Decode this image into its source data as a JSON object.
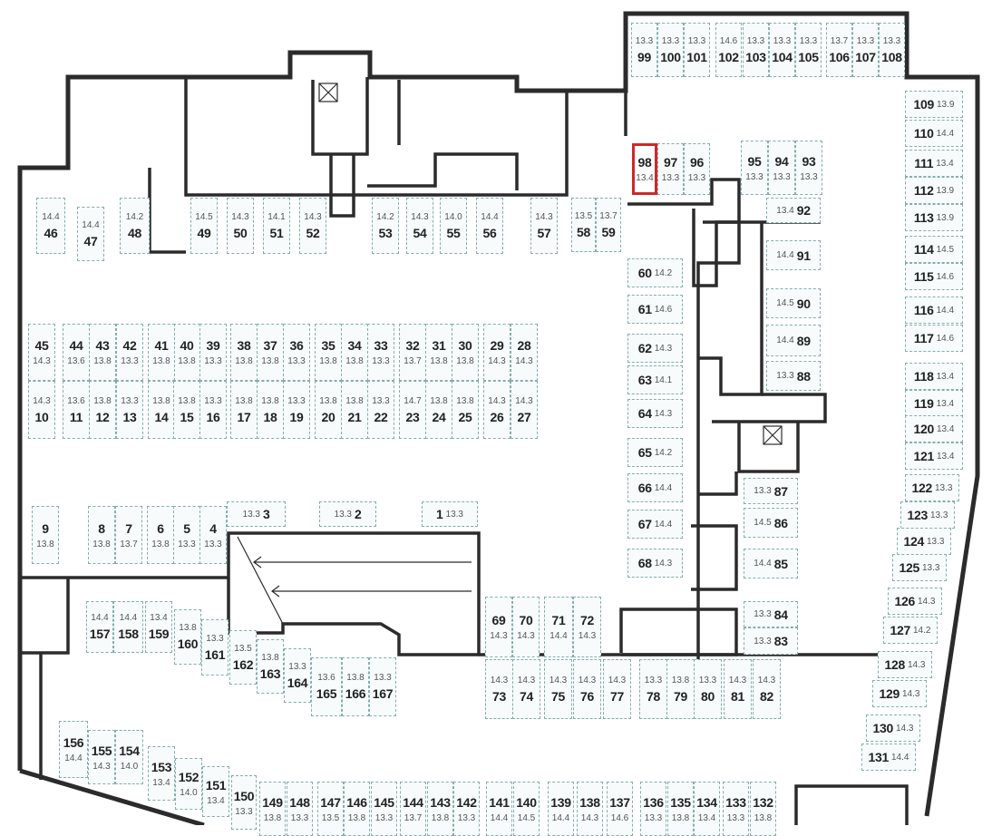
{
  "plan": {
    "title": "Parking floor plan",
    "selected_spot": "98",
    "highlight_color": "#d0262c",
    "spot_border_color": "#86adad",
    "wall_color": "#2b2b2b"
  },
  "spots": [
    {
      "number": "1",
      "area": "13.3"
    },
    {
      "number": "2",
      "area": "13.3"
    },
    {
      "number": "3",
      "area": "13.3"
    },
    {
      "number": "4",
      "area": "13.3"
    },
    {
      "number": "5",
      "area": "13.3"
    },
    {
      "number": "6",
      "area": "13.8"
    },
    {
      "number": "7",
      "area": "13.7"
    },
    {
      "number": "8",
      "area": "13.8"
    },
    {
      "number": "9",
      "area": "13.8"
    },
    {
      "number": "10",
      "area": "14.3"
    },
    {
      "number": "11",
      "area": "13.6"
    },
    {
      "number": "12",
      "area": "13.8"
    },
    {
      "number": "13",
      "area": "13.3"
    },
    {
      "number": "14",
      "area": "13.8"
    },
    {
      "number": "15",
      "area": "13.8"
    },
    {
      "number": "16",
      "area": "13.3"
    },
    {
      "number": "17",
      "area": "13.8"
    },
    {
      "number": "18",
      "area": "13.8"
    },
    {
      "number": "19",
      "area": "13.3"
    },
    {
      "number": "20",
      "area": "13.8"
    },
    {
      "number": "21",
      "area": "13.8"
    },
    {
      "number": "22",
      "area": "13.3"
    },
    {
      "number": "23",
      "area": "14.7"
    },
    {
      "number": "24",
      "area": "13.8"
    },
    {
      "number": "25",
      "area": "13.8"
    },
    {
      "number": "26",
      "area": "14.3"
    },
    {
      "number": "27",
      "area": "14.3"
    },
    {
      "number": "28",
      "area": "14.3"
    },
    {
      "number": "29",
      "area": "14.3"
    },
    {
      "number": "30",
      "area": "13.8"
    },
    {
      "number": "31",
      "area": "13.8"
    },
    {
      "number": "32",
      "area": "13.7"
    },
    {
      "number": "33",
      "area": "13.3"
    },
    {
      "number": "34",
      "area": "13.8"
    },
    {
      "number": "35",
      "area": "13.8"
    },
    {
      "number": "36",
      "area": "13.3"
    },
    {
      "number": "37",
      "area": "13.8"
    },
    {
      "number": "38",
      "area": "13.8"
    },
    {
      "number": "39",
      "area": "13.3"
    },
    {
      "number": "40",
      "area": "13.8"
    },
    {
      "number": "41",
      "area": "13.8"
    },
    {
      "number": "42",
      "area": "13.3"
    },
    {
      "number": "43",
      "area": "13.8"
    },
    {
      "number": "44",
      "area": "13.6"
    },
    {
      "number": "45",
      "area": "14.3"
    },
    {
      "number": "46",
      "area": "14.4"
    },
    {
      "number": "47",
      "area": "14.4"
    },
    {
      "number": "48",
      "area": "14.2"
    },
    {
      "number": "49",
      "area": "14.5"
    },
    {
      "number": "50",
      "area": "14.3"
    },
    {
      "number": "51",
      "area": "14.1"
    },
    {
      "number": "52",
      "area": "14.3"
    },
    {
      "number": "53",
      "area": "14.2"
    },
    {
      "number": "54",
      "area": "14.3"
    },
    {
      "number": "55",
      "area": "14.0"
    },
    {
      "number": "56",
      "area": "14.4"
    },
    {
      "number": "57",
      "area": "14.3"
    },
    {
      "number": "58",
      "area": "13.5"
    },
    {
      "number": "59",
      "area": "13.7"
    },
    {
      "number": "60",
      "area": "14.2"
    },
    {
      "number": "61",
      "area": "14.6"
    },
    {
      "number": "62",
      "area": "14.3"
    },
    {
      "number": "63",
      "area": "14.1"
    },
    {
      "number": "64",
      "area": "14.3"
    },
    {
      "number": "65",
      "area": "14.2"
    },
    {
      "number": "66",
      "area": "14.4"
    },
    {
      "number": "67",
      "area": "14.4"
    },
    {
      "number": "68",
      "area": "14.3"
    },
    {
      "number": "69",
      "area": "14.3"
    },
    {
      "number": "70",
      "area": "14.3"
    },
    {
      "number": "71",
      "area": "14.4"
    },
    {
      "number": "72",
      "area": "14.3"
    },
    {
      "number": "73",
      "area": "14.3"
    },
    {
      "number": "74",
      "area": "14.3"
    },
    {
      "number": "75",
      "area": "14.3"
    },
    {
      "number": "76",
      "area": "14.3"
    },
    {
      "number": "77",
      "area": "14.3"
    },
    {
      "number": "78",
      "area": "13.3"
    },
    {
      "number": "79",
      "area": "13.8"
    },
    {
      "number": "80",
      "area": "13.3"
    },
    {
      "number": "81",
      "area": "14.3"
    },
    {
      "number": "82",
      "area": "14.3"
    },
    {
      "number": "83",
      "area": "13.3"
    },
    {
      "number": "84",
      "area": "13.3"
    },
    {
      "number": "85",
      "area": "14.4"
    },
    {
      "number": "86",
      "area": "14.5"
    },
    {
      "number": "87",
      "area": "13.3"
    },
    {
      "number": "88",
      "area": "13.3"
    },
    {
      "number": "89",
      "area": "14.4"
    },
    {
      "number": "90",
      "area": "14.5"
    },
    {
      "number": "91",
      "area": "14.4"
    },
    {
      "number": "92",
      "area": "13.4"
    },
    {
      "number": "93",
      "area": "13.3"
    },
    {
      "number": "94",
      "area": "13.3"
    },
    {
      "number": "95",
      "area": "13.3"
    },
    {
      "number": "96",
      "area": "13.3"
    },
    {
      "number": "97",
      "area": "13.3"
    },
    {
      "number": "98",
      "area": "13.4"
    },
    {
      "number": "99",
      "area": "13.3"
    },
    {
      "number": "100",
      "area": "13.3"
    },
    {
      "number": "101",
      "area": "13.3"
    },
    {
      "number": "102",
      "area": "14.6"
    },
    {
      "number": "103",
      "area": "13.3"
    },
    {
      "number": "104",
      "area": "13.3"
    },
    {
      "number": "105",
      "area": "13.3"
    },
    {
      "number": "106",
      "area": "13.7"
    },
    {
      "number": "107",
      "area": "13.3"
    },
    {
      "number": "108",
      "area": "13.3"
    },
    {
      "number": "109",
      "area": "13.9"
    },
    {
      "number": "110",
      "area": "14.4"
    },
    {
      "number": "111",
      "area": "13.4"
    },
    {
      "number": "112",
      "area": "13.9"
    },
    {
      "number": "113",
      "area": "13.9"
    },
    {
      "number": "114",
      "area": "14.5"
    },
    {
      "number": "115",
      "area": "14.6"
    },
    {
      "number": "116",
      "area": "14.4"
    },
    {
      "number": "117",
      "area": "14.6"
    },
    {
      "number": "118",
      "area": "13.4"
    },
    {
      "number": "119",
      "area": "13.4"
    },
    {
      "number": "120",
      "area": "13.4"
    },
    {
      "number": "121",
      "area": "13.4"
    },
    {
      "number": "122",
      "area": "13.3"
    },
    {
      "number": "123",
      "area": "13.3"
    },
    {
      "number": "124",
      "area": "13.3"
    },
    {
      "number": "125",
      "area": "13.3"
    },
    {
      "number": "126",
      "area": "14.3"
    },
    {
      "number": "127",
      "area": "14.2"
    },
    {
      "number": "128",
      "area": "14.3"
    },
    {
      "number": "129",
      "area": "14.3"
    },
    {
      "number": "130",
      "area": "14.3"
    },
    {
      "number": "131",
      "area": "14.4"
    },
    {
      "number": "132",
      "area": "13.8"
    },
    {
      "number": "133",
      "area": "13.3"
    },
    {
      "number": "134",
      "area": "13.4"
    },
    {
      "number": "135",
      "area": "13.8"
    },
    {
      "number": "136",
      "area": "13.3"
    },
    {
      "number": "137",
      "area": "14.6"
    },
    {
      "number": "138",
      "area": "14.3"
    },
    {
      "number": "139",
      "area": "14.4"
    },
    {
      "number": "140",
      "area": "14.5"
    },
    {
      "number": "141",
      "area": "14.4"
    },
    {
      "number": "142",
      "area": "13.3"
    },
    {
      "number": "143",
      "area": "13.8"
    },
    {
      "number": "144",
      "area": "13.7"
    },
    {
      "number": "145",
      "area": "13.3"
    },
    {
      "number": "146",
      "area": "13.8"
    },
    {
      "number": "147",
      "area": "13.5"
    },
    {
      "number": "148",
      "area": "13.3"
    },
    {
      "number": "149",
      "area": "13.8"
    },
    {
      "number": "150",
      "area": "13.3"
    },
    {
      "number": "151",
      "area": "13.4"
    },
    {
      "number": "152",
      "area": "14.0"
    },
    {
      "number": "153",
      "area": "13.4"
    },
    {
      "number": "154",
      "area": "14.0"
    },
    {
      "number": "155",
      "area": "14.3"
    },
    {
      "number": "156",
      "area": "14.4"
    },
    {
      "number": "157",
      "area": "14.4"
    },
    {
      "number": "158",
      "area": "14.4"
    },
    {
      "number": "159",
      "area": "13.4"
    },
    {
      "number": "160",
      "area": "13.8"
    },
    {
      "number": "161",
      "area": "13.3"
    },
    {
      "number": "162",
      "area": "13.5"
    },
    {
      "number": "163",
      "area": "13.8"
    },
    {
      "number": "164",
      "area": "13.3"
    },
    {
      "number": "165",
      "area": "13.6"
    },
    {
      "number": "166",
      "area": "13.8"
    },
    {
      "number": "167",
      "area": "13.3"
    }
  ]
}
